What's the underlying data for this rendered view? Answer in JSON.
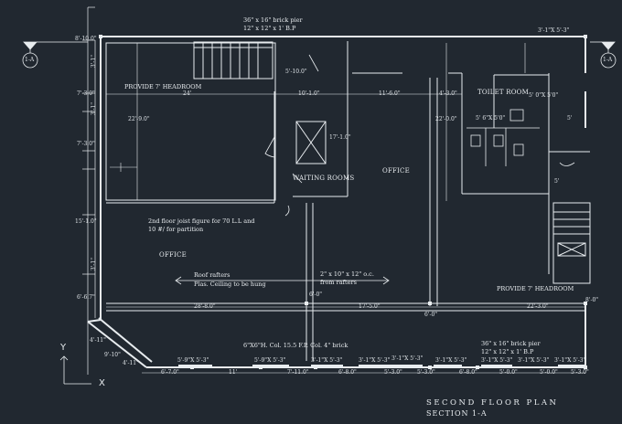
{
  "rooms": {
    "office_left": "OFFICE",
    "office_center": "OFFICE",
    "waiting": "WAITING ROOMS",
    "toilet": "TOILET ROOM"
  },
  "notes": {
    "headroom_left": "PROVIDE  7' HEADROOM",
    "headroom_right": "PROVIDE  7' HEADROOM",
    "brick_pier_top_1": "36\" x 16\" brick pier",
    "brick_pier_top_2": "12\" x 12\" x 1' B.P",
    "brick_pier_bottom_1": "36\" x 16\" brick pier",
    "brick_pier_bottom_2": "12\" x 12\" x 1' B.P",
    "joist_1": "2nd floor joist figure for 70 L.L and",
    "joist_2": "10 #/ for partition",
    "rafters_1": "Roof rafters",
    "rafters_2": "Plas. Ceiling to be hung",
    "rafters_3": "2\" x 10\" x 12\" o.c.",
    "rafters_4": "from rafters",
    "column_note": "6\"X6\"H. Col. 15.5 F.P. Col. 4\" brick"
  },
  "dimensions": {
    "d1": "8'-10.0\"",
    "d2": "7'-3.0\"",
    "d3": "3'-1\"",
    "d4": "7'-3.0\"",
    "d5": "3'-1\"",
    "d6": "15'-1.0\"",
    "d7": "3'-1\"",
    "d8": "6'-6.7\"",
    "d9": "24'",
    "d10": "10'-1.0\"",
    "d11": "11'-6.0\"",
    "d12": "4'-3.0\"",
    "d13": "22'-9.0\"",
    "d14": "22'-0.0\"",
    "d15": "5'-10.0\"",
    "d16": "17'-1.0\"",
    "d17": "28'-8.0\"",
    "d18": "17'-5.0\"",
    "d19": "22'-3.0\"",
    "d20": "6'-0\"",
    "d21": "6'-7.0\"",
    "d22": "11'",
    "d23": "7'-11.0\"",
    "d24": "6'-8.0\"",
    "d25": "5'-3.0\"",
    "d26": "5'-3.0\"",
    "d27": "6'-8.0\"",
    "d28": "5'-0.0\"",
    "d29": "5'-0.0\"",
    "d30": "5'-3.0\"",
    "d31": "5'-9\"X 5'-3\"",
    "d32": "5'-9\"X 5'-3\"",
    "d33": "3'-1\"X 5'-3\"",
    "d34": "3'-1\"X 5'-3\"",
    "d35": "3'-1\"X 5'-3\"",
    "d36": "3'-1\"X 5'-3\"",
    "d37": "3'-1\"X 5'-3\"",
    "d38": "3'-1\"X 5'-3\"",
    "d39": "3'-1\"X 5'-3\"",
    "d40": "3'-1\"X 5'-3\"",
    "d41": "5' 0\"X 5'0\"",
    "d42": "5' 6\"X 5'0\"",
    "d43": "4'-11\"",
    "d44": "9'-10\"",
    "d45": "4'-11\"",
    "d46": "8'-0\"",
    "d47": "6'-0\"",
    "d48": "5'",
    "d49": "5'"
  },
  "markers": {
    "left": "1-A",
    "right": "1-A"
  },
  "axes": {
    "y": "Y",
    "x": "X"
  },
  "titles": {
    "main": "SECOND FLOOR PLAN",
    "section": "SECTION 1-A"
  },
  "colors": {
    "background": "#212830",
    "lines": "#e8ecef"
  }
}
